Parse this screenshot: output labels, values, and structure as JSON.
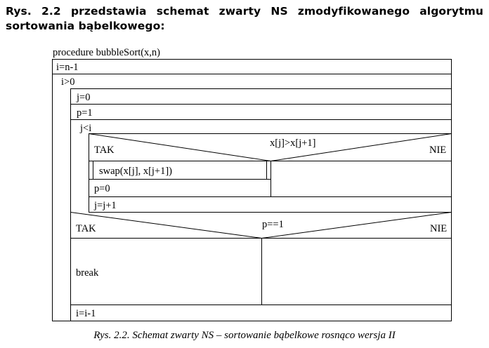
{
  "heading": "Rys. 2.2 przedstawia schemat zwarty NS zmodyfikowanego algorytmu sortowania bąbelkowego:",
  "diagram": {
    "procedure": "procedure bubbleSort(x,n)",
    "init_i": "i=n-1",
    "outer_loop": "i>0",
    "init_j": "j=0",
    "init_p": "p=1",
    "inner_loop": "j<i",
    "inner_condition": "x[j]>x[j+1]",
    "inner_yes": "TAK",
    "inner_no": "NIE",
    "swap_call": "swap(x[j], x[j+1])",
    "reset_p": "p=0",
    "increment_j": "j=j+1",
    "outer_condition": "p==1",
    "outer_yes": "TAK",
    "outer_no": "NIE",
    "break_stmt": "break",
    "decrement_i": "i=i-1"
  },
  "caption": "Rys. 2.2. Schemat zwarty NS – sortowanie bąbelkowe rosnąco wersja II"
}
